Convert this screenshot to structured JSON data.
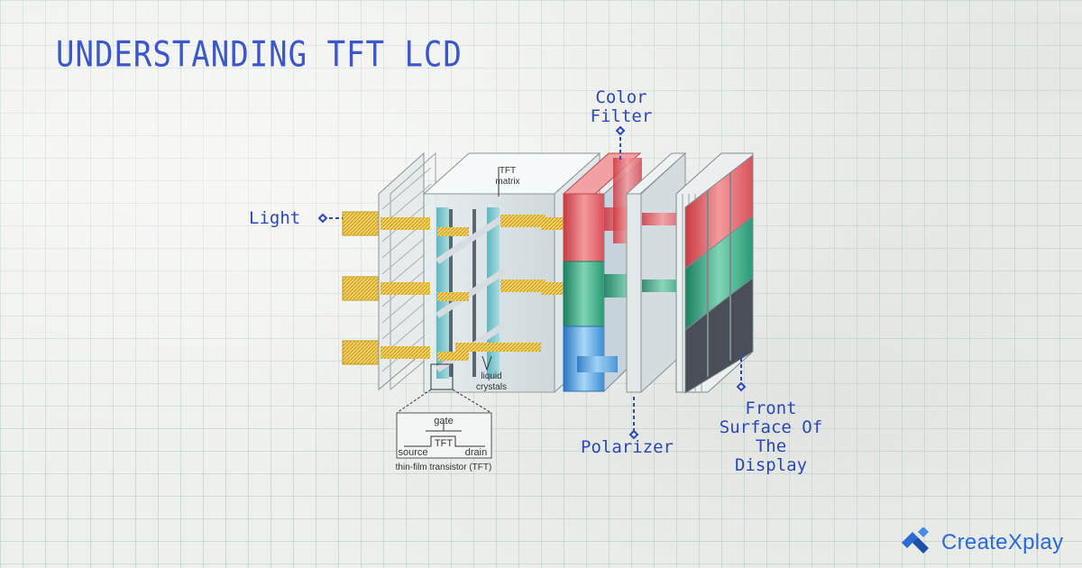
{
  "title": "UNDERSTANDING TFT LCD",
  "labels": {
    "light": "Light",
    "color_filter_line1": "Color",
    "color_filter_line2": "Filter",
    "polarizer": "Polarizer",
    "front_line1": "Front",
    "front_line2": "Surface Of",
    "front_line3": "The",
    "front_line4": "Display"
  },
  "inner_labels": {
    "tft_line1": "TFT",
    "tft_line2": "matrix",
    "liquid_line1": "liquid",
    "liquid_line2": "crystals",
    "gate": "gate",
    "source": "source",
    "tft": "TFT",
    "drain": "drain",
    "caption": "thin-film transistor (TFT)"
  },
  "brand": {
    "name": "CreateXplay"
  },
  "colors": {
    "accent": "#2c48b8",
    "red": "#e25b60",
    "green": "#2f9e78",
    "blue": "#3a8fd8",
    "light_yellow": "#f2cc55"
  }
}
